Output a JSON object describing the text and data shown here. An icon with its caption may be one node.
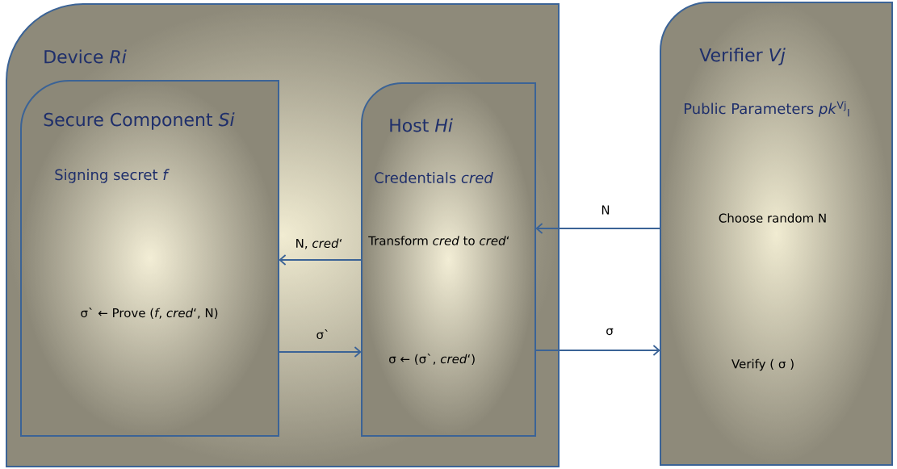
{
  "diagram": {
    "nodes": [
      {
        "text": [
          "Device *Ri*"
        ]
      },
      {
        "text": [
          "Secure Component *Si*",
          "Signing secret *f*",
          "σ` ← Prove (*f*, *cred*‘, N)"
        ],
        "in": 0
      },
      {
        "text": [
          "Host *Hi*",
          "Credentials *cred*",
          "Transform *cred* to *cred*‘",
          "σ ← (σ`, *cred*‘)"
        ],
        "in": 0
      },
      {
        "text": [
          "Verifier *Vj*",
          "Public Parameters *pk*$^{Vj}$$_{I}$",
          "Choose random N",
          "Verify ( σ )"
        ]
      }
    ],
    "edges": [
      {
        "from": 2,
        "to": 1,
        "arrow": "to",
        "label": "N, *cred*‘"
      },
      {
        "from": 1,
        "to": 2,
        "arrow": "to",
        "label": "σ`"
      },
      {
        "from": 3,
        "to": 2,
        "arrow": "to",
        "label": "N"
      },
      {
        "from": 2,
        "to": 3,
        "arrow": "to",
        "label": "σ"
      }
    ]
  }
}
